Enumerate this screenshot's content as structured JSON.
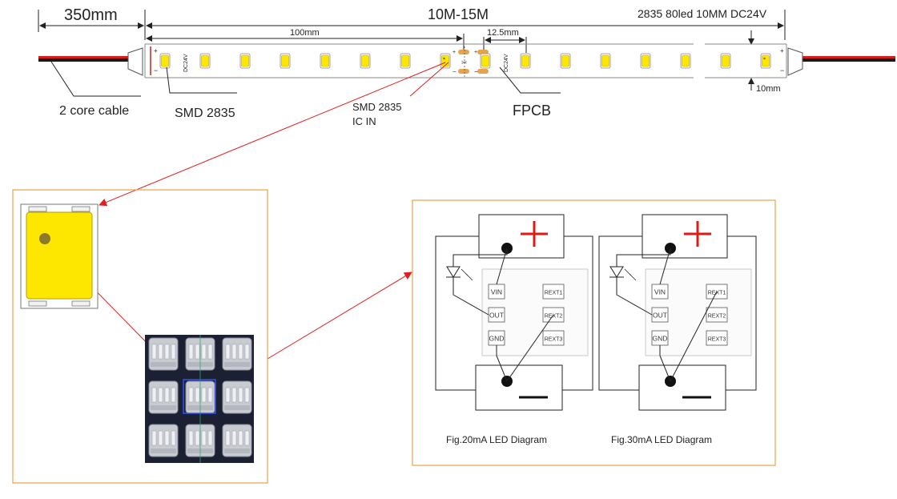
{
  "dimensions": {
    "cable_length": "350mm",
    "strip_length": "10M-15M",
    "spec": "2835 80led 10MM DC24V",
    "segment_length": "100mm",
    "led_pitch": "12.5mm",
    "strip_width": "10mm"
  },
  "strip": {
    "voltage_label": "DC24V",
    "plus": "+",
    "minus": "−"
  },
  "callouts": {
    "cable": "2 core cable",
    "smd": "SMD 2835",
    "smd_ic_line1": "SMD 2835",
    "smd_ic_line2": "IC IN",
    "fpcb": "FPCB"
  },
  "diagrams": {
    "pin_vin": "VIN",
    "pin_out": "OUT",
    "pin_gnd": "GND",
    "pin_rext1": "REXT1",
    "pin_rext2": "REXT2",
    "pin_rext3": "REXT3",
    "fig20_caption": "Fig.20mA  LED Diagram",
    "fig30_caption": "Fig.30mA  LED Diagram"
  },
  "colors": {
    "led_yellow": "#fde600",
    "connector_orange": "#e8a24a",
    "frame_orange": "#e8a24a",
    "red_wire": "#d41e1e",
    "plus_red": "#e01818",
    "arrow_red": "#e02020"
  }
}
